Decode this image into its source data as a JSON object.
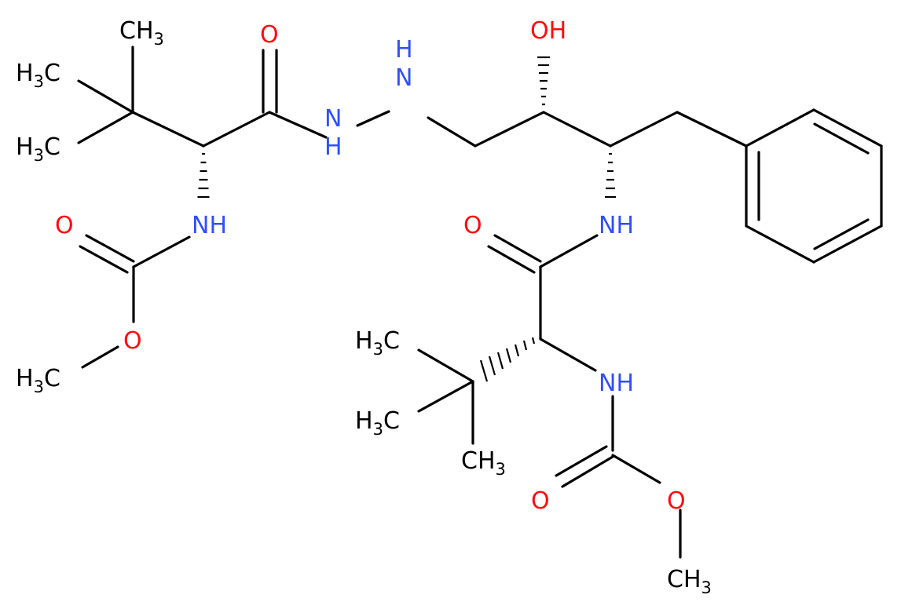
{
  "molecule": {
    "colors": {
      "bond": "#000000",
      "carbon": "#000000",
      "nitrogen": "#3050F8",
      "oxygen": "#FF0D0D"
    },
    "atoms": {
      "ch3_top": {
        "main": "CH",
        "sub": "3"
      },
      "h3c_upper_left": {
        "main": "H",
        "sub": "3",
        "tail": "C"
      },
      "h3c_lower_left": {
        "main": "H",
        "sub": "3",
        "tail": "C"
      },
      "o_carbonyl_1": {
        "main": "O"
      },
      "nh_hydrazine_1": {
        "main": "N",
        "tail": "H"
      },
      "nh_hydrazine_2": {
        "main": "H",
        "tail": "N"
      },
      "oh": {
        "main": "OH"
      },
      "nh_left_carbamate": {
        "main": "NH"
      },
      "o_left_carbamate_carbonyl": {
        "main": "O"
      },
      "o_left_carbamate_ester": {
        "main": "O"
      },
      "h3c_left_methoxy": {
        "main": "H",
        "sub": "3",
        "tail": "C"
      },
      "o_carbonyl_2": {
        "main": "O"
      },
      "nh_amide_2": {
        "main": "NH"
      },
      "h3c_lower_1": {
        "main": "H",
        "sub": "3",
        "tail": "C"
      },
      "h3c_lower_2": {
        "main": "H",
        "sub": "3",
        "tail": "C"
      },
      "ch3_lower": {
        "main": "CH",
        "sub": "3"
      },
      "nh_right_carbamate": {
        "main": "NH"
      },
      "o_right_carbamate_carbonyl": {
        "main": "O"
      },
      "o_right_carbamate_ester": {
        "main": "O"
      },
      "ch3_right_methoxy": {
        "main": "CH",
        "sub": "3"
      }
    }
  }
}
